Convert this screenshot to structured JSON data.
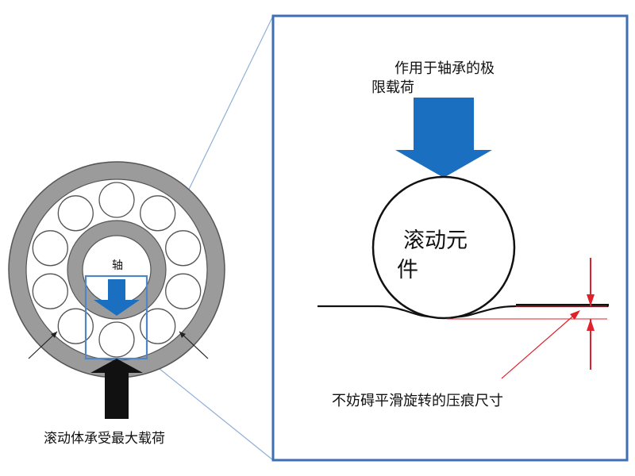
{
  "labels": {
    "bottom_caption": "滚动体承受最大载荷",
    "limit_load_line1": "作用于轴承的极",
    "limit_load_line2": "限载荷",
    "rolling_element_line1": "滚动元",
    "rolling_element_line2": "件",
    "dent_caption": "不妨碍平滑旋转的压痕尺寸",
    "shaft": "轴"
  },
  "colors": {
    "outer_ring": "#9b9b9b",
    "inner_ring": "#9b9b9b",
    "ball_fill": "#ffffff",
    "load_arrow_blue": "#1b6fc1",
    "highlight_box": "#4f86c6",
    "zoom_lines": "#8fb0d6",
    "external_load_arrow": "#111111",
    "dimension_red": "#e0202a"
  }
}
